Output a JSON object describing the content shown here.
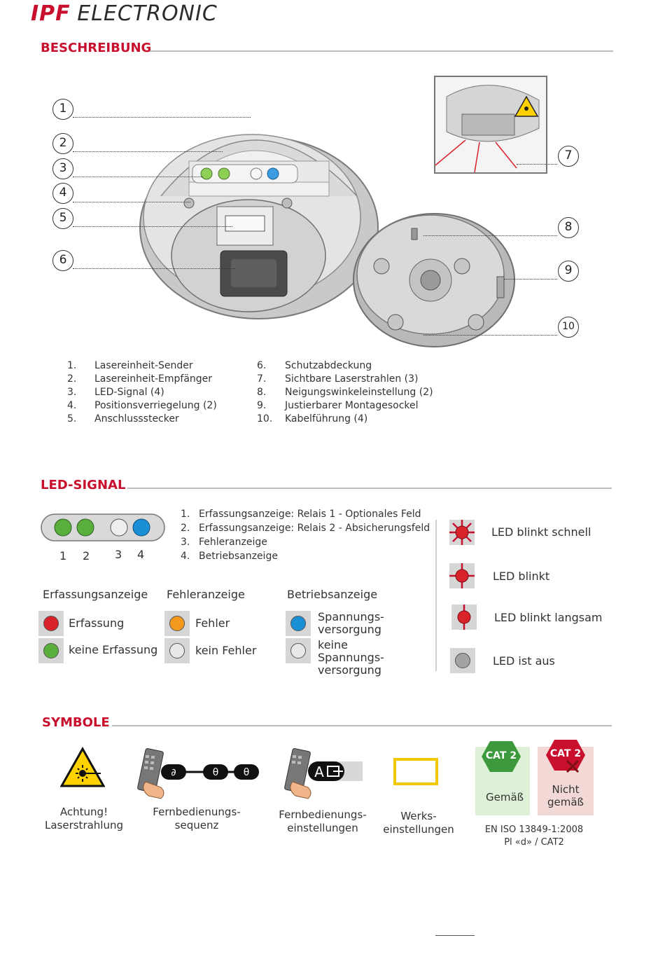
{
  "brand": {
    "bold": "IPF",
    "rest": "ELECTRONIC"
  },
  "sections": {
    "description": "BESCHREIBUNG",
    "led_signal": "LED-SIGNAL",
    "symbols": "SYMBOLE"
  },
  "callouts": [
    "1",
    "2",
    "3",
    "4",
    "5",
    "6",
    "7",
    "8",
    "9",
    "10"
  ],
  "parts": {
    "left": [
      {
        "num": "1.",
        "label": "Lasereinheit-Sender"
      },
      {
        "num": "2.",
        "label": "Lasereinheit-Empfänger"
      },
      {
        "num": "3.",
        "label": "LED-Signal (4)"
      },
      {
        "num": "4.",
        "label": "Positionsverriegelung (2)"
      },
      {
        "num": "5.",
        "label": "Anschlussstecker"
      }
    ],
    "right": [
      {
        "num": "6.",
        "label": "Schutzabdeckung"
      },
      {
        "num": "7.",
        "label": "Sichtbare Laserstrahlen (3)"
      },
      {
        "num": "8.",
        "label": "Neigungswinkeleinstellung (2)"
      },
      {
        "num": "9.",
        "label": "Justierbarer Montagesockel"
      },
      {
        "num": "10.",
        "label": "Kabelführung (4)"
      }
    ]
  },
  "led_panel": {
    "numbers": [
      "1",
      "2",
      "3",
      "4"
    ],
    "items": [
      {
        "num": "1.",
        "label": "Erfassungsanzeige: Relais 1 - Optionales Feld"
      },
      {
        "num": "2.",
        "label": "Erfassungsanzeige: Relais 2 - Absicherungsfeld"
      },
      {
        "num": "3.",
        "label": "Fehleranzeige"
      },
      {
        "num": "4.",
        "label": "Betriebsanzeige"
      }
    ]
  },
  "indicators": {
    "detection": {
      "title": "Erfassungsanzeige",
      "on": {
        "label": "Erfassung",
        "color": "#d9232a"
      },
      "off": {
        "label": "keine Erfassung",
        "color": "#5aae3c"
      }
    },
    "error": {
      "title": "Fehleranzeige",
      "on": {
        "label": "Fehler",
        "color": "#f39a1e"
      },
      "off": {
        "label": "kein Fehler",
        "color": "#e8e8e8"
      }
    },
    "power": {
      "title": "Betriebsanzeige",
      "on": {
        "label_l1": "Spannungs-",
        "label_l2": "versorgung",
        "color": "#1a8fd6"
      },
      "off": {
        "label_l1": "keine",
        "label_l2": "Spannungs-",
        "label_l3": "versorgung",
        "color": "#e8e8e8"
      }
    }
  },
  "blink_states": [
    {
      "label": "LED blinkt schnell",
      "icon": "led-fast-blink-icon"
    },
    {
      "label": "LED blinkt",
      "icon": "led-blink-icon"
    },
    {
      "label": "LED blinkt langsam",
      "icon": "led-slow-blink-icon"
    },
    {
      "label": "LED ist aus",
      "icon": "led-off-icon"
    }
  ],
  "symbols": {
    "laser": {
      "l1": "Achtung!",
      "l2": "Laserstrahlung"
    },
    "remote_sequence": {
      "l1": "Fernbedienungs-",
      "l2": "sequenz"
    },
    "remote_settings": {
      "l1": "Fernbedienungs-",
      "l2": "einstellungen"
    },
    "factory": {
      "l1": "Werks-",
      "l2": "einstellungen"
    },
    "cat_ok": {
      "badge": "CAT 2",
      "label": "Gemäß"
    },
    "cat_nok": {
      "badge": "CAT 2",
      "label_l1": "Nicht",
      "label_l2": "gemäß"
    },
    "standard": {
      "l1": "EN ISO 13849-1:2008",
      "l2": "Pl «d» / CAT2"
    }
  },
  "colors": {
    "brand_red": "#c8102e",
    "led_green": "#5aae3c",
    "led_blue": "#1a8fd6",
    "led_red": "#d9232a",
    "led_orange": "#f39a1e"
  }
}
